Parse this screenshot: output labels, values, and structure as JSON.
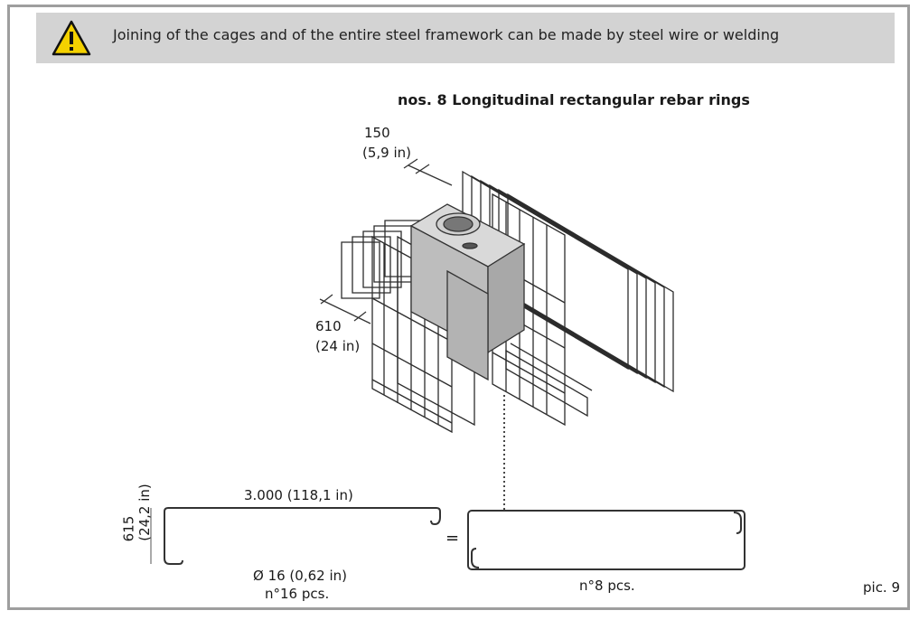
{
  "notice": {
    "icon": "warning-triangle-icon",
    "icon_color": "#f4d100",
    "text": "Joining of the cages and of the entire steel framework can be made by steel wire or welding"
  },
  "figure": {
    "title": "nos. 8 Longitudinal rectangular rebar rings",
    "top_dim_mm": "150",
    "top_dim_in": "(5,9 in)",
    "side_dim_mm": "610",
    "side_dim_in": "(24 in)",
    "bar_length": "3.000 (118,1 in)",
    "bar_height_mm": "615",
    "bar_height_in": "(24,2 in)",
    "bar_diameter": "Ø 16 (0,62 in)",
    "bar_count": "n°16 pcs.",
    "equals": "=",
    "ring_count": "n°8 pcs.",
    "pic_label": "pic. 9"
  }
}
